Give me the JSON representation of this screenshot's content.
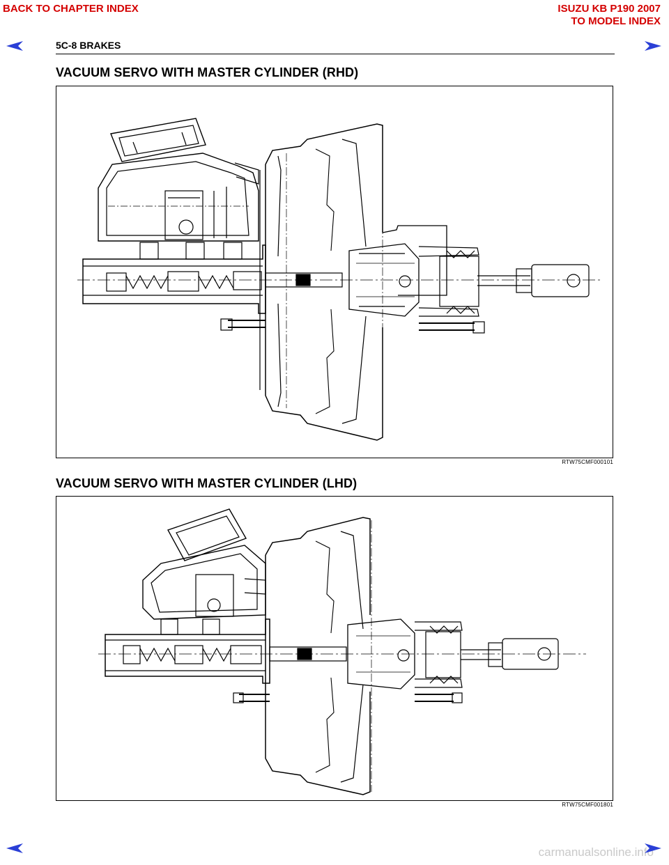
{
  "nav": {
    "back_to_chapter": "BACK TO CHAPTER INDEX",
    "model_name": "ISUZU KB P190 2007",
    "to_model_index": "TO MODEL INDEX",
    "link_color": "#d40000",
    "arrow_color": "#2a3fd6"
  },
  "header": {
    "page_label": "5C-8  BRAKES"
  },
  "figures": [
    {
      "title": "VACUUM SERVO WITH MASTER CYLINDER (RHD)",
      "code": "RTW75CMF000101"
    },
    {
      "title": "VACUUM SERVO WITH MASTER CYLINDER (LHD)",
      "code": "RTW75CMF001801"
    }
  ],
  "watermark": "carmanualsonline.info"
}
